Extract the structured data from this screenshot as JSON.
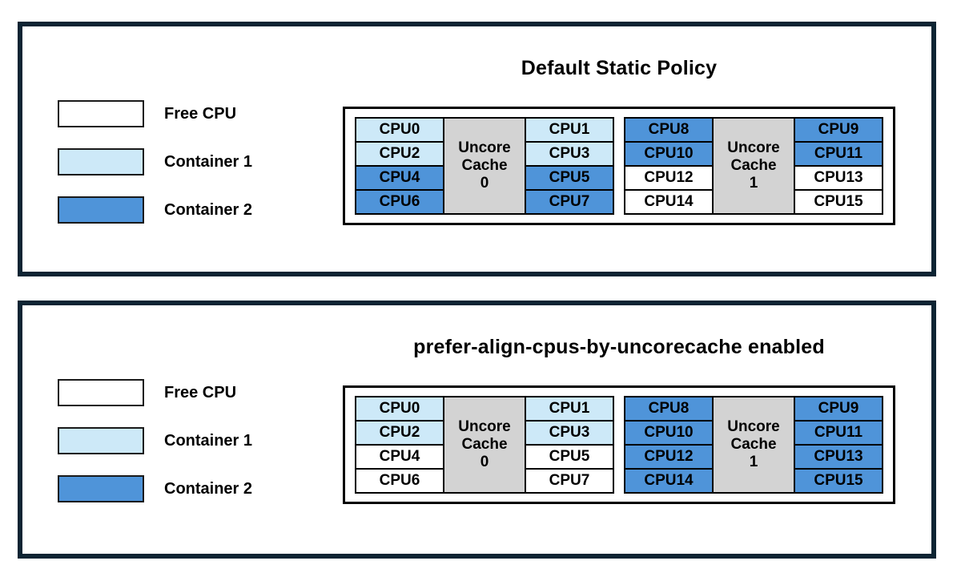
{
  "colors": {
    "free": "#ffffff",
    "container1": "#cde9f8",
    "container2": "#4f94d9",
    "uncore_bg": "#d3d3d3",
    "panel_border": "#0d2433",
    "cell_border": "#000000"
  },
  "legend": [
    {
      "label": "Free CPU",
      "state": "free"
    },
    {
      "label": "Container 1",
      "state": "container1"
    },
    {
      "label": "Container 2",
      "state": "container2"
    }
  ],
  "panels": [
    {
      "title": "Default Static Policy",
      "groups": [
        {
          "cache": {
            "name": "Uncore Cache",
            "id": "0"
          },
          "left": [
            {
              "label": "CPU0",
              "state": "container1"
            },
            {
              "label": "CPU2",
              "state": "container1"
            },
            {
              "label": "CPU4",
              "state": "container2"
            },
            {
              "label": "CPU6",
              "state": "container2"
            }
          ],
          "right": [
            {
              "label": "CPU1",
              "state": "container1"
            },
            {
              "label": "CPU3",
              "state": "container1"
            },
            {
              "label": "CPU5",
              "state": "container2"
            },
            {
              "label": "CPU7",
              "state": "container2"
            }
          ]
        },
        {
          "cache": {
            "name": "Uncore Cache",
            "id": "1"
          },
          "left": [
            {
              "label": "CPU8",
              "state": "container2"
            },
            {
              "label": "CPU10",
              "state": "container2"
            },
            {
              "label": "CPU12",
              "state": "free"
            },
            {
              "label": "CPU14",
              "state": "free"
            }
          ],
          "right": [
            {
              "label": "CPU9",
              "state": "container2"
            },
            {
              "label": "CPU11",
              "state": "container2"
            },
            {
              "label": "CPU13",
              "state": "free"
            },
            {
              "label": "CPU15",
              "state": "free"
            }
          ]
        }
      ]
    },
    {
      "title": "prefer-align-cpus-by-uncorecache enabled",
      "groups": [
        {
          "cache": {
            "name": "Uncore Cache",
            "id": "0"
          },
          "left": [
            {
              "label": "CPU0",
              "state": "container1"
            },
            {
              "label": "CPU2",
              "state": "container1"
            },
            {
              "label": "CPU4",
              "state": "free"
            },
            {
              "label": "CPU6",
              "state": "free"
            }
          ],
          "right": [
            {
              "label": "CPU1",
              "state": "container1"
            },
            {
              "label": "CPU3",
              "state": "container1"
            },
            {
              "label": "CPU5",
              "state": "free"
            },
            {
              "label": "CPU7",
              "state": "free"
            }
          ]
        },
        {
          "cache": {
            "name": "Uncore Cache",
            "id": "1"
          },
          "left": [
            {
              "label": "CPU8",
              "state": "container2"
            },
            {
              "label": "CPU10",
              "state": "container2"
            },
            {
              "label": "CPU12",
              "state": "container2"
            },
            {
              "label": "CPU14",
              "state": "container2"
            }
          ],
          "right": [
            {
              "label": "CPU9",
              "state": "container2"
            },
            {
              "label": "CPU11",
              "state": "container2"
            },
            {
              "label": "CPU13",
              "state": "container2"
            },
            {
              "label": "CPU15",
              "state": "container2"
            }
          ]
        }
      ]
    }
  ]
}
